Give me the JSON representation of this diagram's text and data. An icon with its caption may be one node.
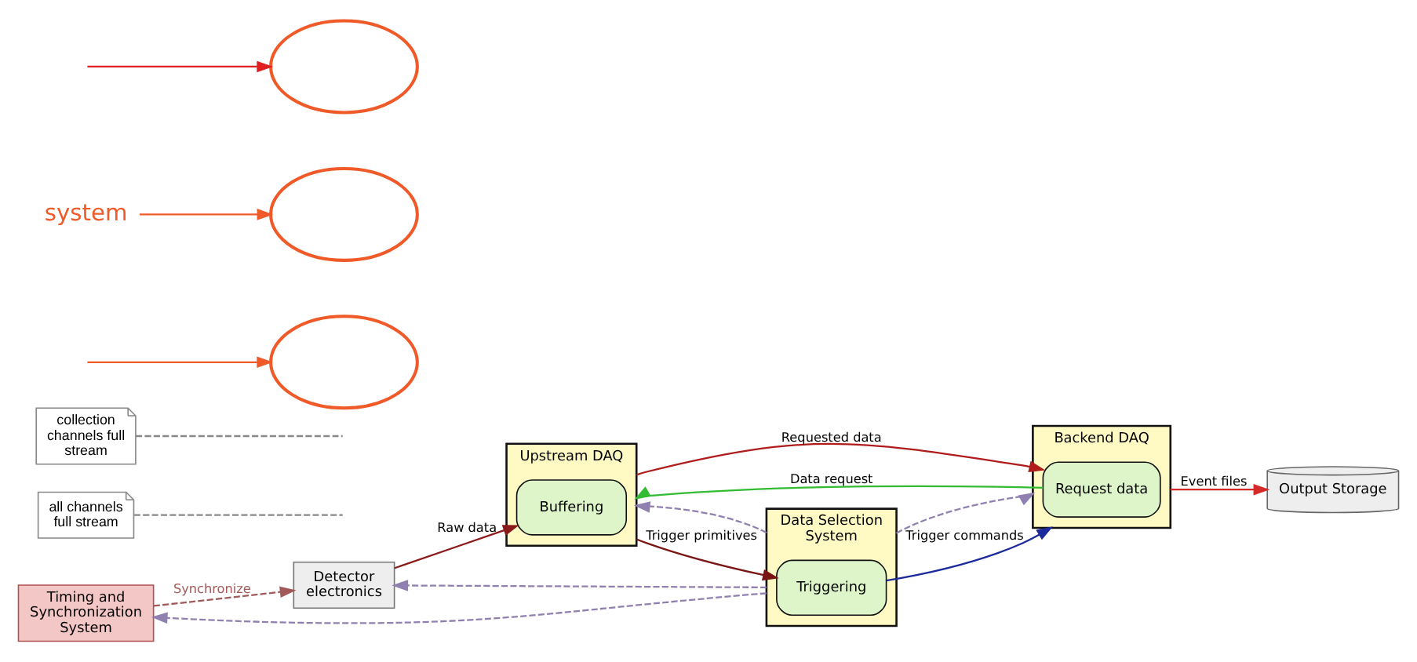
{
  "diagram": {
    "nodes": [
      {
        "text": [
          "Timing and Synchronization System"
        ]
      },
      {
        "text": [
          "Detector electronics"
        ]
      },
      {
        "text": [
          "all channels full stream"
        ]
      },
      {
        "text": [
          "Upstream DAQ"
        ]
      },
      {
        "text": [
          "Buffering"
        ],
        "in": 3
      },
      {
        "text": [
          "collection channels full stream"
        ]
      },
      {
        "text": [
          "Data Selection System"
        ]
      },
      {
        "text": [
          "Triggering"
        ],
        "in": 6
      },
      {
        "text": [
          "Backend DAQ"
        ]
      },
      {
        "text": [
          "Request data"
        ],
        "in": 8
      },
      {
        "text": [
          "Output Storage"
        ]
      },
      {
        "text": [],
        "shape": "ellipse"
      },
      {
        "text": [],
        "shape": "ellipse"
      },
      {
        "text": [],
        "shape": "ellipse"
      },
      {
        "text": [
          "system"
        ]
      }
    ],
    "edges": [
      {
        "from": 0,
        "to": 1,
        "arrow": "to",
        "label": "Synchronize",
        "style": "dashed",
        "color": "#a05a5a"
      },
      {
        "from": 1,
        "to": 4,
        "arrow": "to",
        "label": "Raw data",
        "color": "#8b1a1a"
      },
      {
        "from": 2,
        "to": null,
        "arrow": "none",
        "style": "dashed",
        "color": "#888888"
      },
      {
        "from": 3,
        "to": 7,
        "arrow": "to",
        "label": "Trigger primitives",
        "color": "#7a1515"
      },
      {
        "from": 5,
        "to": null,
        "arrow": "none",
        "style": "dashed",
        "color": "#888888"
      },
      {
        "from": 7,
        "to": 8,
        "arrow": "to",
        "label": "Trigger commands",
        "color": "#1c2a9c"
      },
      {
        "from": 9,
        "to": 3,
        "arrow": "to",
        "label": "Data request",
        "color": "#33bb33"
      },
      {
        "from": 3,
        "to": 9,
        "arrow": "to",
        "label": "Requested data",
        "color": "#b01c1c"
      },
      {
        "from": 8,
        "to": 10,
        "arrow": "to",
        "label": "Event files",
        "color": "#d42a2a"
      },
      {
        "from": 6,
        "to": 0,
        "arrow": "to",
        "style": "dashed",
        "color": "#9080b0"
      },
      {
        "from": 6,
        "to": 1,
        "arrow": "to",
        "style": "dashed",
        "color": "#9080b0"
      },
      {
        "from": 6,
        "to": 3,
        "arrow": "to",
        "style": "dashed",
        "color": "#9080b0"
      },
      {
        "from": 6,
        "to": 8,
        "arrow": "to",
        "style": "dashed",
        "color": "#9080b0"
      },
      {
        "from": null,
        "to": 11,
        "arrow": "to",
        "color": "#e02020"
      },
      {
        "from": null,
        "to": 13,
        "arrow": "to",
        "color": "#f05a28"
      },
      {
        "from": 14,
        "to": 12,
        "arrow": "to",
        "color": "#f05a28"
      }
    ]
  }
}
